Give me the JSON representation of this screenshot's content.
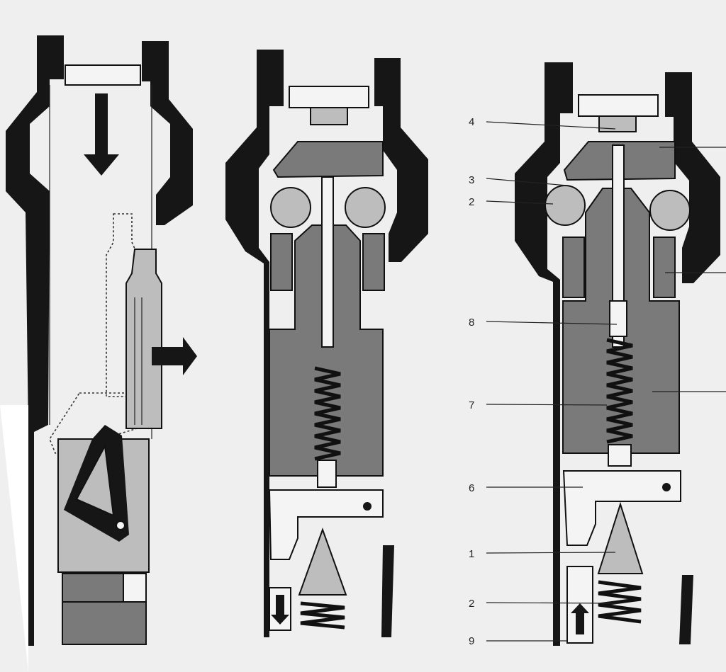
{
  "callouts": [
    {
      "id": "c4",
      "text": "4"
    },
    {
      "id": "c3",
      "text": "3"
    },
    {
      "id": "c2a",
      "text": "2"
    },
    {
      "id": "c8",
      "text": "8"
    },
    {
      "id": "c7",
      "text": "7"
    },
    {
      "id": "c6",
      "text": "6"
    },
    {
      "id": "c1",
      "text": "1"
    },
    {
      "id": "c2b",
      "text": "2"
    },
    {
      "id": "c9",
      "text": "9"
    }
  ],
  "colors": {
    "body_black": "#161616",
    "part_dark_gray": "#7a7a7a",
    "part_light_gray": "#bdbdbd",
    "paper": "#efefef"
  },
  "icons": [
    "down-arrow-icon",
    "right-arrow-icon",
    "small-down-arrow-icon",
    "small-up-arrow-icon"
  ]
}
